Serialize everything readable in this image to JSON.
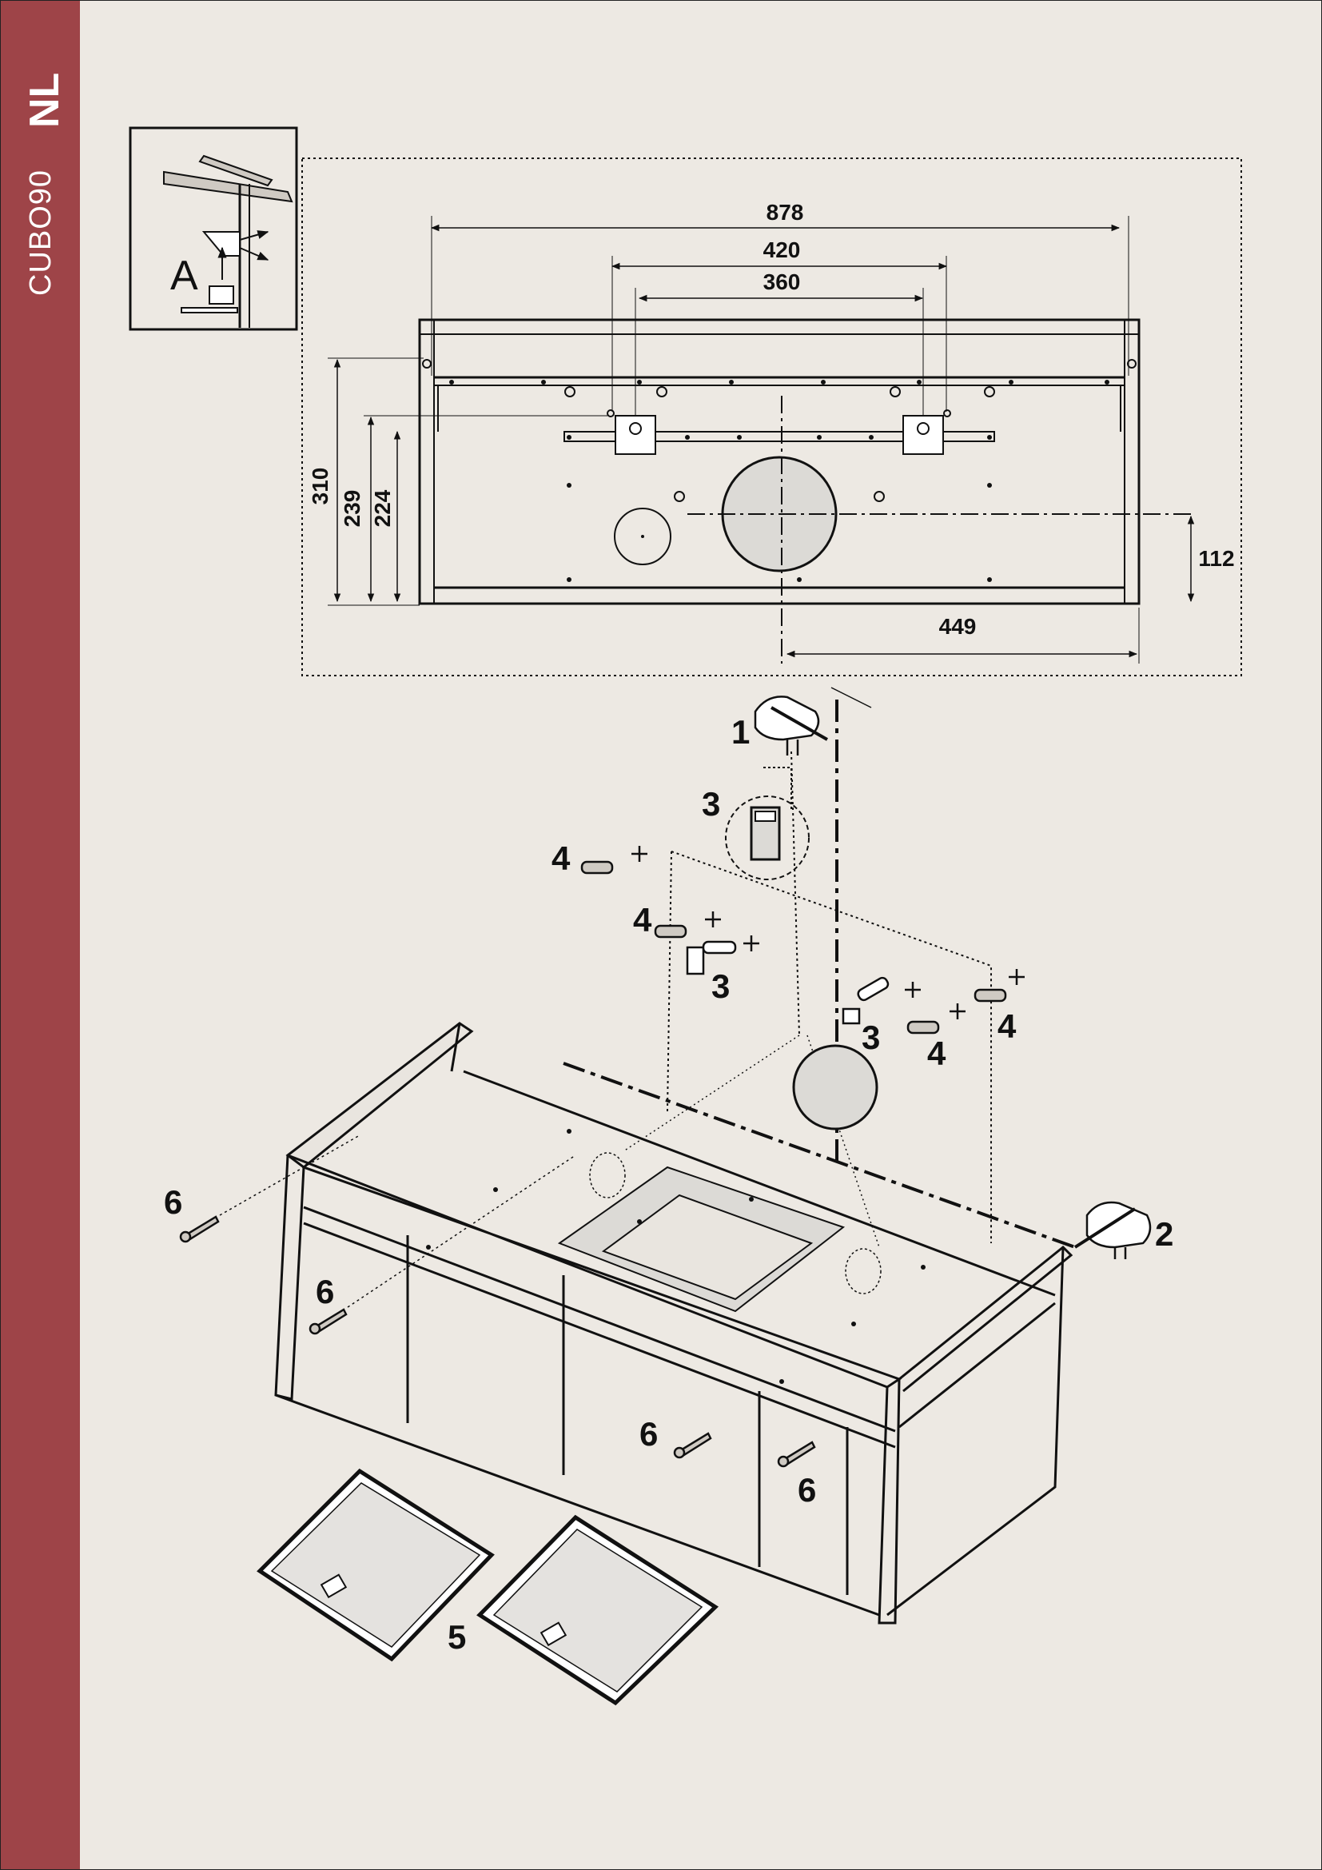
{
  "sidebar": {
    "model": "CUBO90",
    "language": "NL",
    "background_color": "#9e4448"
  },
  "inset": {
    "label": "A"
  },
  "dimensions": {
    "width_total": "878",
    "bracket_outer": "420",
    "bracket_inner": "360",
    "height_310": "310",
    "height_239": "239",
    "height_224": "224",
    "outlet_height": "112",
    "outlet_offset": "449"
  },
  "callouts": {
    "hand_1": "1",
    "hand_2": "2",
    "bracket_top": "3",
    "bracket_left": "3",
    "bracket_right": "3",
    "plug_top_left": "4",
    "plug_left": "4",
    "plug_right_a": "4",
    "plug_right_b": "4",
    "filters": "5",
    "screw_left_top": "6",
    "screw_left_mid": "6",
    "screw_front": "6",
    "screw_front_right": "6"
  },
  "icons": [
    "hand-pencil-icon",
    "wall-plug-icon",
    "bracket-icon",
    "screw-icon",
    "grease-filter-icon"
  ]
}
